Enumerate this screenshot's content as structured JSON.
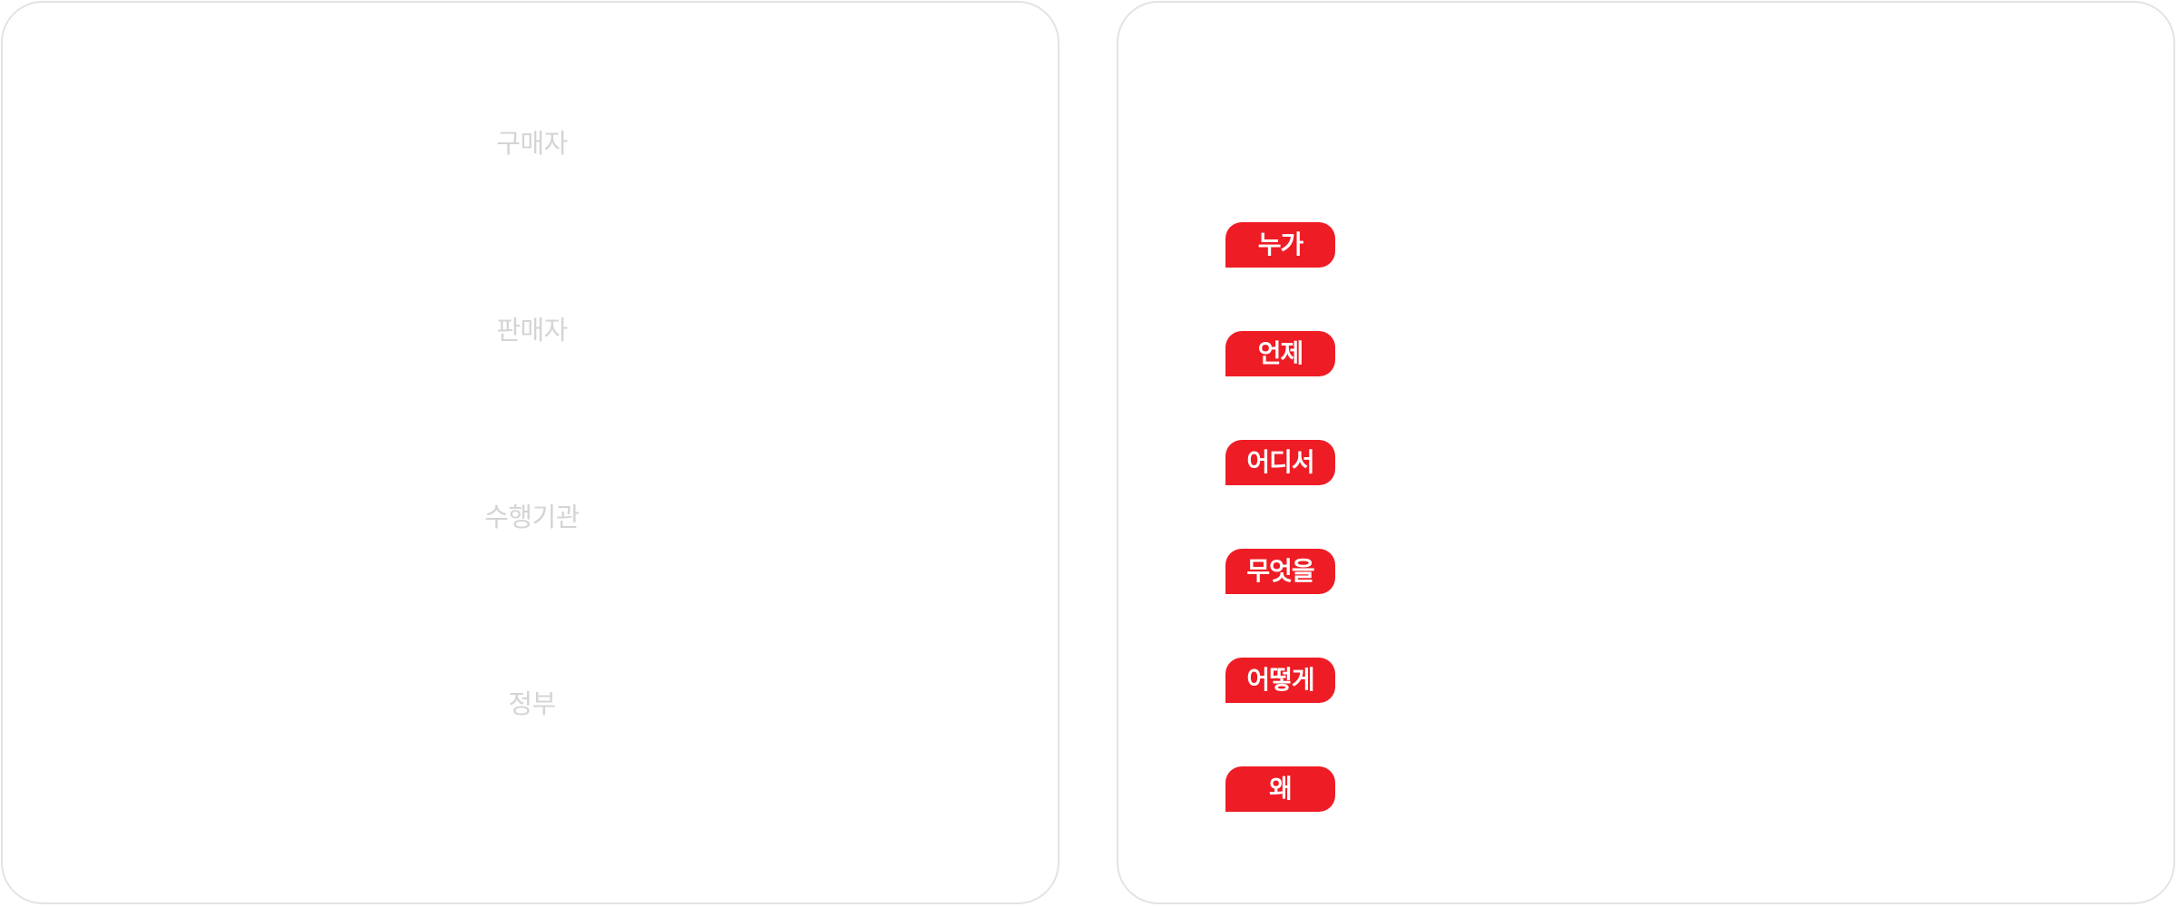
{
  "left_panel": {
    "roles": [
      "구매자",
      "판매자",
      "수행기관",
      "정부"
    ]
  },
  "right_panel": {
    "tags": [
      "누가",
      "언제",
      "어디서",
      "무엇을",
      "어떻게",
      "왜"
    ],
    "tag_color": "#ee1c25",
    "tag_text_color": "#ffffff"
  },
  "colors": {
    "border": "#e3e3e3",
    "role_text": "#d4d4d4",
    "background": "#ffffff"
  }
}
